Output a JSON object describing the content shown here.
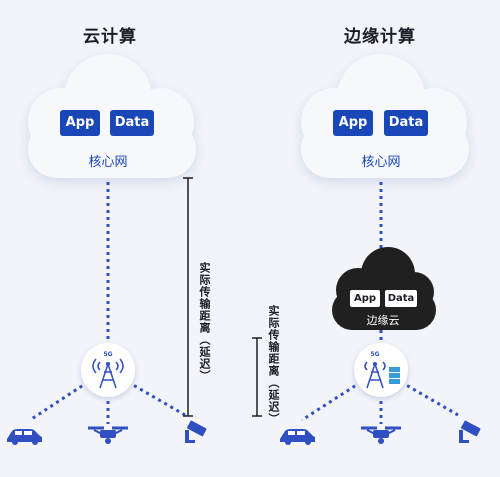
{
  "left": {
    "title": "云计算",
    "cloud_chips": [
      "App",
      "Data"
    ],
    "cloud_label": "核心网",
    "distance_label": "实际传输距离（延迟）"
  },
  "right": {
    "title": "边缘计算",
    "cloud_chips": [
      "App",
      "Data"
    ],
    "cloud_label": "核心网",
    "edge_chips": [
      "App",
      "Data"
    ],
    "edge_label": "边缘云",
    "distance_label": "实际传输距离（延迟）"
  },
  "tower_badge": "5G",
  "colors": {
    "accent": "#1a47b8",
    "dotted_line": "#2f4fc2",
    "edge_cloud": "#202020",
    "background": "#f2f4fa"
  },
  "icons": [
    "cloud-icon",
    "tower-5g-icon",
    "server-icon",
    "car-icon",
    "drone-icon",
    "camera-icon"
  ]
}
